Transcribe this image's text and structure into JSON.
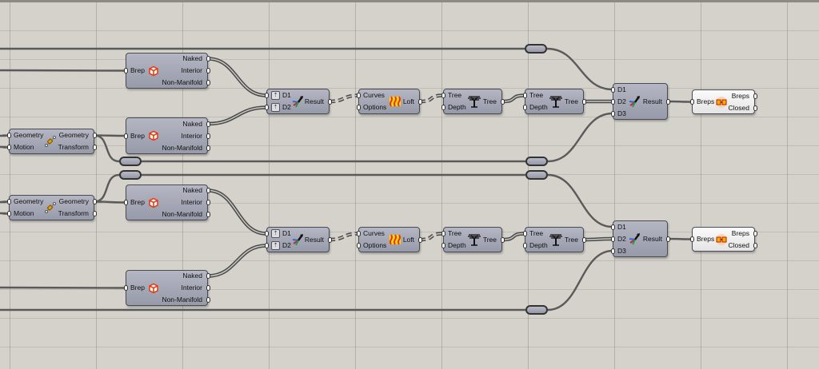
{
  "canvas": {
    "background": "#d4d2cb",
    "wire_color": "#5a5a5a"
  },
  "nodes": [
    {
      "id": "edges1",
      "inputs": [
        "Brep"
      ],
      "outputs": [
        "Naked",
        "Interior",
        "Non-Manifold"
      ],
      "icon": "brep-edges-cube-icon"
    },
    {
      "id": "edges2",
      "inputs": [
        "Brep"
      ],
      "outputs": [
        "Naked",
        "Interior",
        "Non-Manifold"
      ],
      "icon": "brep-edges-cube-icon"
    },
    {
      "id": "tx1",
      "inputs": [
        "Geometry",
        "Motion"
      ],
      "outputs": [
        "Geometry",
        "Transform"
      ],
      "icon": "move-transform-icon"
    },
    {
      "id": "merge1",
      "inputs": [
        "D1",
        "D2"
      ],
      "outputs": [
        "Result"
      ],
      "icon": "merge-icon"
    },
    {
      "id": "loft1",
      "inputs": [
        "Curves",
        "Options"
      ],
      "outputs": [
        "Loft"
      ],
      "icon": "loft-icon"
    },
    {
      "id": "tree1",
      "inputs": [
        "Tree",
        "Depth"
      ],
      "outputs": [
        "Tree"
      ],
      "icon": "tree-icon"
    },
    {
      "id": "tree2",
      "inputs": [
        "Tree",
        "Depth"
      ],
      "outputs": [
        "Tree"
      ],
      "icon": "tree-icon"
    },
    {
      "id": "merge3a",
      "inputs": [
        "D1",
        "D2",
        "D3"
      ],
      "outputs": [
        "Result"
      ],
      "icon": "merge-icon"
    },
    {
      "id": "join1",
      "inputs": [
        "Breps"
      ],
      "outputs": [
        "Breps",
        "Closed"
      ],
      "icon": "brep-join-icon"
    },
    {
      "id": "tx2",
      "inputs": [
        "Geometry",
        "Motion"
      ],
      "outputs": [
        "Geometry",
        "Transform"
      ],
      "icon": "move-transform-icon"
    },
    {
      "id": "edges3",
      "inputs": [
        "Brep"
      ],
      "outputs": [
        "Naked",
        "Interior",
        "Non-Manifold"
      ],
      "icon": "brep-edges-cube-icon"
    },
    {
      "id": "edges4",
      "inputs": [
        "Brep"
      ],
      "outputs": [
        "Naked",
        "Interior",
        "Non-Manifold"
      ],
      "icon": "brep-edges-cube-icon"
    },
    {
      "id": "merge1b",
      "inputs": [
        "D1",
        "D2"
      ],
      "outputs": [
        "Result"
      ],
      "icon": "merge-icon"
    },
    {
      "id": "loft2",
      "inputs": [
        "Curves",
        "Options"
      ],
      "outputs": [
        "Loft"
      ],
      "icon": "loft-icon"
    },
    {
      "id": "tree3",
      "inputs": [
        "Tree",
        "Depth"
      ],
      "outputs": [
        "Tree"
      ],
      "icon": "tree-icon"
    },
    {
      "id": "tree4",
      "inputs": [
        "Tree",
        "Depth"
      ],
      "outputs": [
        "Tree"
      ],
      "icon": "tree-icon"
    },
    {
      "id": "merge3b",
      "inputs": [
        "D1",
        "D2",
        "D3"
      ],
      "outputs": [
        "Result"
      ],
      "icon": "merge-icon"
    },
    {
      "id": "join2",
      "inputs": [
        "Breps"
      ],
      "outputs": [
        "Breps",
        "Closed"
      ],
      "icon": "brep-join-icon"
    }
  ]
}
